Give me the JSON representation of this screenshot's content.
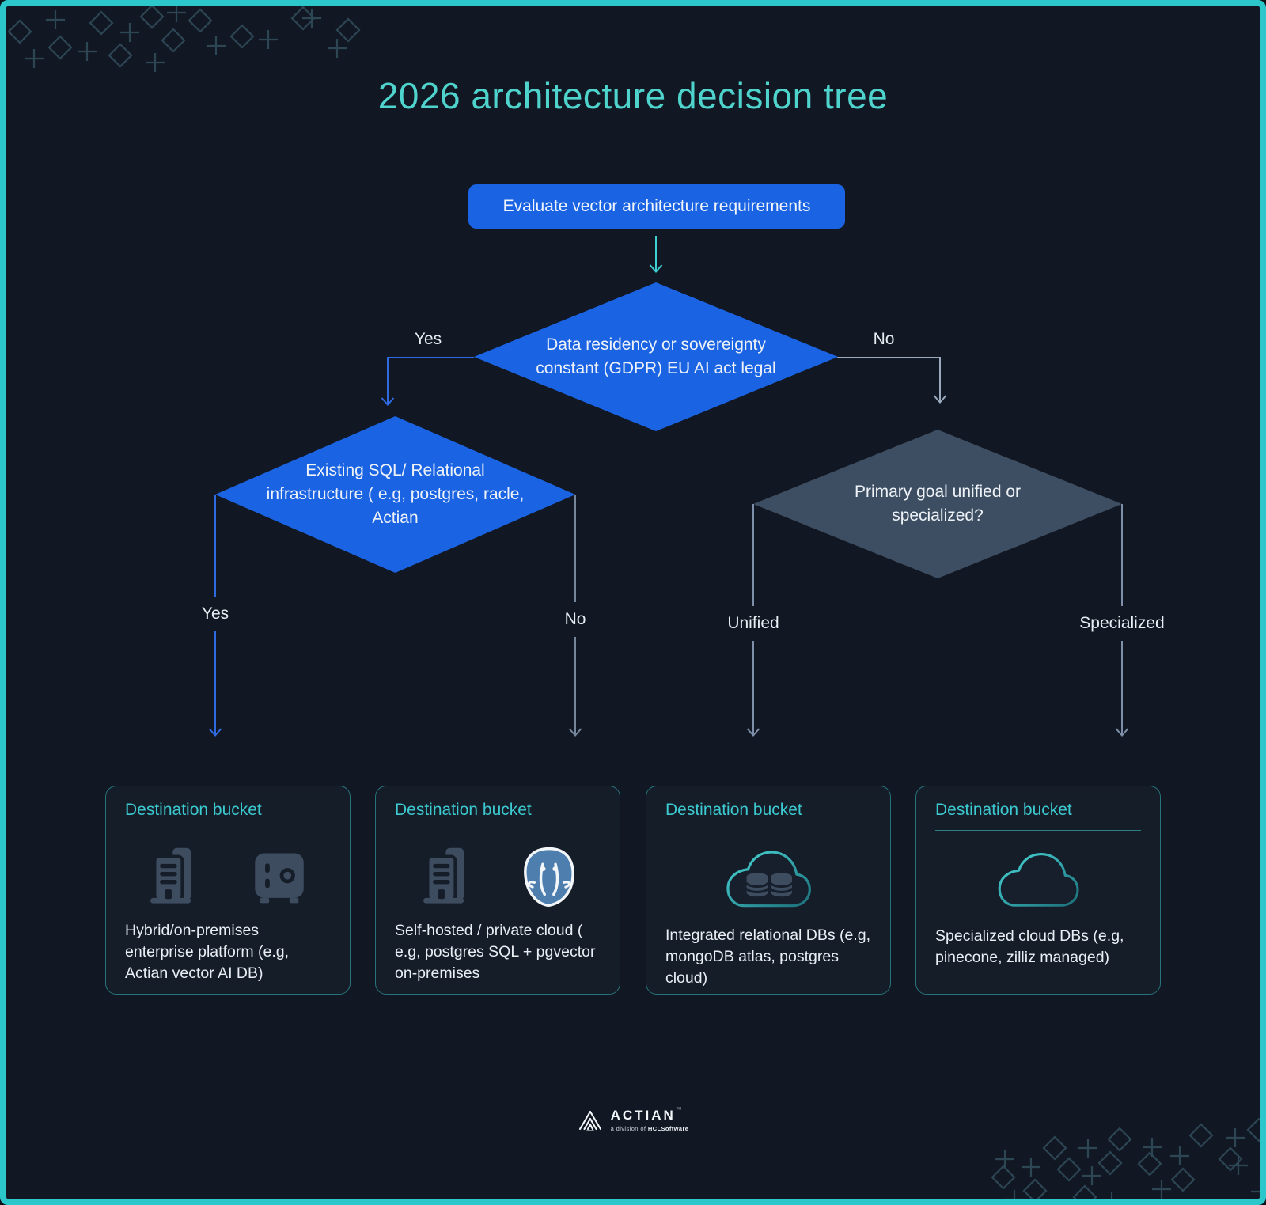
{
  "title": "2026 architecture decision tree",
  "flow": {
    "start_label": "Evaluate vector architecture requirements",
    "decisions": {
      "data_residency": "Data residency or sovereignty constant (GDPR) EU AI act legal",
      "existing_sql": "Existing SQL/ Relational infrastructure ( e.g, postgres, racle, Actian",
      "primary_goal": "Primary goal unified or specialized?"
    },
    "branches": {
      "d1_yes": "Yes",
      "d1_no": "No",
      "d2_yes": "Yes",
      "d2_no": "No",
      "d3_unified": "Unified",
      "d3_specialized": "Specialized"
    }
  },
  "buckets": [
    {
      "header": "Destination bucket",
      "icons": [
        "office-building-icon",
        "safe-icon"
      ],
      "description": "Hybrid/on-premises enterprise platform (e.g, Actian vector AI DB)"
    },
    {
      "header": "Destination bucket",
      "icons": [
        "office-building-icon",
        "postgresql-elephant-icon"
      ],
      "description": "Self-hosted / private cloud ( e.g,  postgres SQL + pgvector on-premises"
    },
    {
      "header": "Destination bucket",
      "icons": [
        "cloud-database-icon"
      ],
      "description": "Integrated relational DBs (e.g, mongoDB atlas, postgres cloud)"
    },
    {
      "header": "Destination bucket",
      "icons": [
        "cloud-icon"
      ],
      "description": "Specialized cloud DBs (e.g, pinecone, zilliz managed)"
    }
  ],
  "footer": {
    "brand": "ACTIAN",
    "trademark": "™",
    "tagline_prefix": "a division of",
    "tagline_brand": "HCLSoftware"
  },
  "colors": {
    "frame_border_teal": "#2bc7cb",
    "title_teal": "#4ed3cd",
    "node_blue": "#1a64e4",
    "node_slate": "#3d4e63",
    "arrow_teal": "#3fd0d4",
    "arrow_blue": "#2f6ae0",
    "arrow_gray": "#8ea0b5",
    "background": "#121823",
    "card_background": "#151d29",
    "card_border": "#27737a"
  }
}
